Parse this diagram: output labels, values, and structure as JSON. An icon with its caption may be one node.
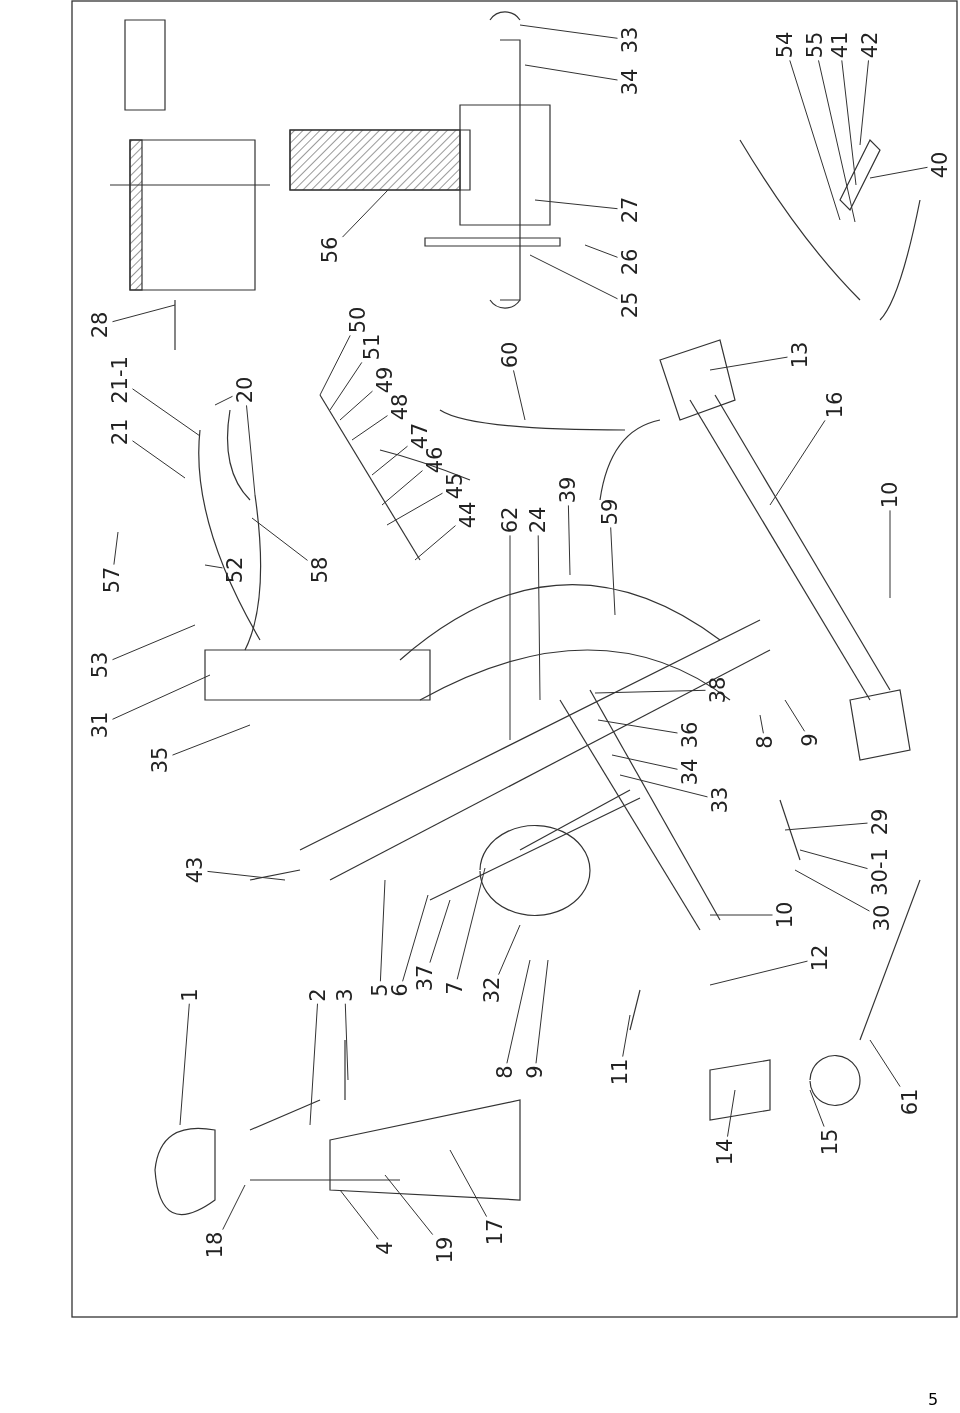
{
  "diagram": {
    "nodes": [
      {
        "text": [
          "31"
        ]
      },
      {
        "text": [
          "53"
        ]
      },
      {
        "text": [
          "57"
        ]
      },
      {
        "text": [
          "21"
        ]
      },
      {
        "text": [
          "21-1"
        ]
      },
      {
        "text": [
          "28"
        ]
      },
      {
        "text": [
          "20"
        ]
      },
      {
        "text": [
          "52"
        ]
      },
      {
        "text": [
          "58"
        ]
      },
      {
        "text": [
          "56"
        ]
      },
      {
        "text": [
          "50"
        ]
      },
      {
        "text": [
          "51"
        ]
      },
      {
        "text": [
          "49"
        ]
      },
      {
        "text": [
          "48"
        ]
      },
      {
        "text": [
          "47"
        ]
      },
      {
        "text": [
          "46"
        ]
      },
      {
        "text": [
          "45"
        ]
      },
      {
        "text": [
          "44"
        ]
      },
      {
        "text": [
          "62"
        ]
      },
      {
        "text": [
          "24"
        ]
      },
      {
        "text": [
          "39"
        ]
      },
      {
        "text": [
          "59"
        ]
      },
      {
        "text": [
          "60"
        ]
      },
      {
        "text": [
          "33"
        ]
      },
      {
        "text": [
          "34"
        ]
      },
      {
        "text": [
          "27"
        ]
      },
      {
        "text": [
          "26"
        ]
      },
      {
        "text": [
          "25"
        ]
      },
      {
        "text": [
          "54"
        ]
      },
      {
        "text": [
          "55"
        ]
      },
      {
        "text": [
          "41"
        ]
      },
      {
        "text": [
          "42"
        ]
      },
      {
        "text": [
          "40"
        ]
      },
      {
        "text": [
          "13"
        ]
      },
      {
        "text": [
          "16"
        ]
      },
      {
        "text": [
          "10"
        ]
      },
      {
        "text": [
          "38"
        ]
      },
      {
        "text": [
          "36"
        ]
      },
      {
        "text": [
          "34"
        ]
      },
      {
        "text": [
          "33"
        ]
      },
      {
        "text": [
          "8"
        ]
      },
      {
        "text": [
          "9"
        ]
      },
      {
        "text": [
          "29"
        ]
      },
      {
        "text": [
          "30-1"
        ]
      },
      {
        "text": [
          "30"
        ]
      },
      {
        "text": [
          "10"
        ]
      },
      {
        "text": [
          "12"
        ]
      },
      {
        "text": [
          "61"
        ]
      },
      {
        "text": [
          "15"
        ]
      },
      {
        "text": [
          "14"
        ]
      },
      {
        "text": [
          "11"
        ]
      },
      {
        "text": [
          "9"
        ]
      },
      {
        "text": [
          "8"
        ]
      },
      {
        "text": [
          "32"
        ]
      },
      {
        "text": [
          "7"
        ]
      },
      {
        "text": [
          "37"
        ]
      },
      {
        "text": [
          "6"
        ]
      },
      {
        "text": [
          "5"
        ]
      },
      {
        "text": [
          "3"
        ]
      },
      {
        "text": [
          "2"
        ]
      },
      {
        "text": [
          "1"
        ]
      },
      {
        "text": [
          "43"
        ]
      },
      {
        "text": [
          "35"
        ]
      },
      {
        "text": [
          "18"
        ]
      },
      {
        "text": [
          "4"
        ]
      },
      {
        "text": [
          "19"
        ]
      },
      {
        "text": [
          "17"
        ]
      }
    ],
    "edges": [
      {
        "from": 0,
        "to": null,
        "arrow": "none"
      },
      {
        "from": 1,
        "to": null,
        "arrow": "none"
      },
      {
        "from": 2,
        "to": null,
        "arrow": "none"
      },
      {
        "from": 3,
        "to": null,
        "arrow": "none"
      },
      {
        "from": 4,
        "to": null,
        "arrow": "none"
      },
      {
        "from": 5,
        "to": null,
        "arrow": "none"
      },
      {
        "from": 6,
        "to": null,
        "arrow": "none"
      },
      {
        "from": 6,
        "to": null,
        "arrow": "none"
      },
      {
        "from": 7,
        "to": null,
        "arrow": "none"
      },
      {
        "from": 8,
        "to": null,
        "arrow": "none"
      },
      {
        "from": 9,
        "to": null,
        "arrow": "none"
      },
      {
        "from": 10,
        "to": null,
        "arrow": "none"
      },
      {
        "from": 11,
        "to": null,
        "arrow": "none"
      },
      {
        "from": 12,
        "to": null,
        "arrow": "none"
      },
      {
        "from": 13,
        "to": null,
        "arrow": "none"
      },
      {
        "from": 14,
        "to": null,
        "arrow": "none"
      },
      {
        "from": 15,
        "to": null,
        "arrow": "none"
      },
      {
        "from": 16,
        "to": null,
        "arrow": "none"
      },
      {
        "from": 17,
        "to": null,
        "arrow": "none"
      },
      {
        "from": 18,
        "to": null,
        "arrow": "none"
      },
      {
        "from": 19,
        "to": null,
        "arrow": "none"
      },
      {
        "from": 20,
        "to": null,
        "arrow": "none"
      },
      {
        "from": 21,
        "to": null,
        "arrow": "none"
      },
      {
        "from": 22,
        "to": null,
        "arrow": "none"
      },
      {
        "from": 23,
        "to": null,
        "arrow": "none"
      },
      {
        "from": 24,
        "to": null,
        "arrow": "none"
      },
      {
        "from": 25,
        "to": null,
        "arrow": "none"
      },
      {
        "from": 26,
        "to": null,
        "arrow": "none"
      },
      {
        "from": 27,
        "to": null,
        "arrow": "none"
      },
      {
        "from": 28,
        "to": null,
        "arrow": "none"
      },
      {
        "from": 29,
        "to": null,
        "arrow": "none"
      },
      {
        "from": 30,
        "to": null,
        "arrow": "none"
      },
      {
        "from": 31,
        "to": null,
        "arrow": "none"
      },
      {
        "from": 32,
        "to": null,
        "arrow": "none"
      },
      {
        "from": 33,
        "to": null,
        "arrow": "none"
      },
      {
        "from": 34,
        "to": null,
        "arrow": "none"
      },
      {
        "from": 35,
        "to": null,
        "arrow": "none"
      },
      {
        "from": 36,
        "to": null,
        "arrow": "none"
      },
      {
        "from": 37,
        "to": null,
        "arrow": "none"
      },
      {
        "from": 38,
        "to": null,
        "arrow": "none"
      },
      {
        "from": 39,
        "to": null,
        "arrow": "none"
      },
      {
        "from": 40,
        "to": null,
        "arrow": "none"
      },
      {
        "from": 41,
        "to": null,
        "arrow": "none"
      },
      {
        "from": 42,
        "to": null,
        "arrow": "none"
      },
      {
        "from": 43,
        "to": null,
        "arrow": "none"
      },
      {
        "from": 44,
        "to": null,
        "arrow": "none"
      },
      {
        "from": 45,
        "to": null,
        "arrow": "none"
      },
      {
        "from": 46,
        "to": null,
        "arrow": "none"
      },
      {
        "from": 47,
        "to": null,
        "arrow": "none"
      },
      {
        "from": 48,
        "to": null,
        "arrow": "none"
      },
      {
        "from": 49,
        "to": null,
        "arrow": "none"
      },
      {
        "from": 50,
        "to": null,
        "arrow": "none"
      },
      {
        "from": 51,
        "to": null,
        "arrow": "none"
      },
      {
        "from": 52,
        "to": null,
        "arrow": "none"
      },
      {
        "from": 53,
        "to": null,
        "arrow": "none"
      },
      {
        "from": 54,
        "to": null,
        "arrow": "none"
      },
      {
        "from": 55,
        "to": null,
        "arrow": "none"
      },
      {
        "from": 56,
        "to": null,
        "arrow": "none"
      },
      {
        "from": 57,
        "to": null,
        "arrow": "none"
      },
      {
        "from": 58,
        "to": null,
        "arrow": "none"
      },
      {
        "from": 59,
        "to": null,
        "arrow": "none"
      },
      {
        "from": 60,
        "to": null,
        "arrow": "none"
      },
      {
        "from": 61,
        "to": null,
        "arrow": "none"
      },
      {
        "from": 62,
        "to": null,
        "arrow": "none"
      },
      {
        "from": 63,
        "to": null,
        "arrow": "none"
      },
      {
        "from": 64,
        "to": null,
        "arrow": "none"
      },
      {
        "from": 65,
        "to": null,
        "arrow": "none"
      },
      {
        "from": 66,
        "to": null,
        "arrow": "none"
      }
    ],
    "labels": [
      "5"
    ]
  }
}
